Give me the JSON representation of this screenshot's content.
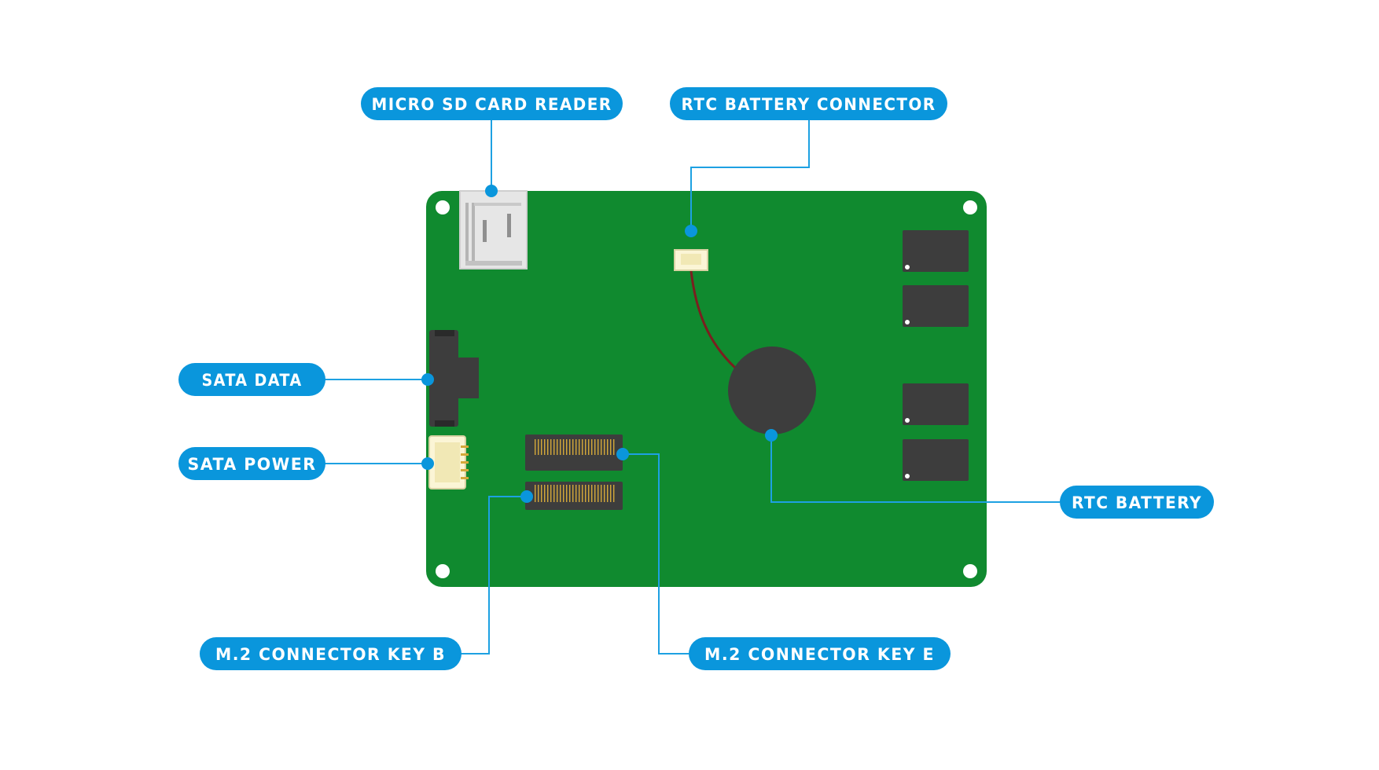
{
  "colors": {
    "board": "#108a2f",
    "label_bg": "#0a96dc",
    "label_text": "#ffffff",
    "leader": "#1da1e2",
    "chip": "#3d3d3d",
    "sd_slot": "#e4e4e4",
    "connector_cream": "#fbf5d6",
    "wire": "#7a1f1f"
  },
  "labels": {
    "micro_sd": "MICRO SD CARD READER",
    "rtc_connector": "RTC BATTERY CONNECTOR",
    "sata_data": "SATA DATA",
    "sata_power": "SATA POWER",
    "rtc_battery": "RTC BATTERY",
    "m2_key_b": "M.2 CONNECTOR KEY B",
    "m2_key_e": "M.2 CONNECTOR KEY E"
  }
}
